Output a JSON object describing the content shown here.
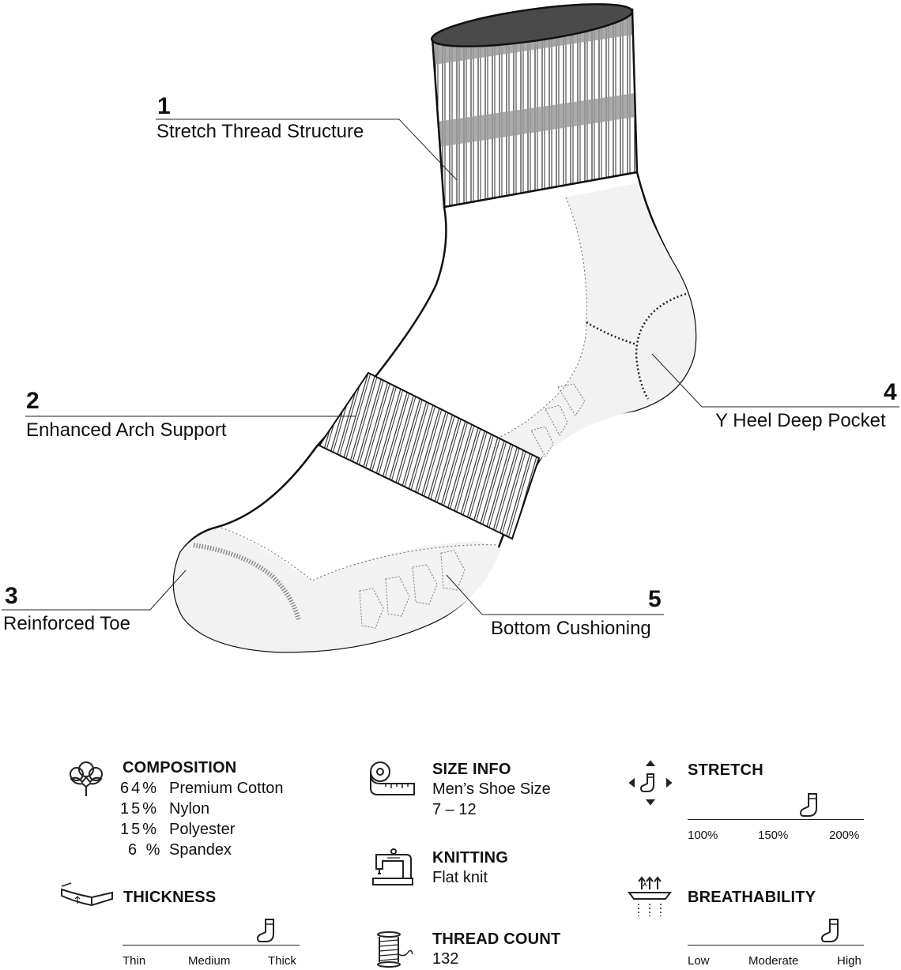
{
  "callouts": [
    {
      "number": "1",
      "label": "Stretch Thread Structure"
    },
    {
      "number": "2",
      "label": "Enhanced Arch Support"
    },
    {
      "number": "3",
      "label": "Reinforced Toe"
    },
    {
      "number": "4",
      "label": "Y Heel Deep Pocket"
    },
    {
      "number": "5",
      "label": "Bottom Cushioning"
    }
  ],
  "composition": {
    "title": "COMPOSITION",
    "icon": "cotton-plant-icon",
    "items": [
      {
        "percent": "64%",
        "material": "Premium Cotton"
      },
      {
        "percent": "15%",
        "material": "Nylon"
      },
      {
        "percent": "15%",
        "material": "Polyester"
      },
      {
        "percent": "6 %",
        "material": "Spandex"
      }
    ]
  },
  "thickness": {
    "title": "THICKNESS",
    "icon": "fabric-layer-icon",
    "labels": [
      "Thin",
      "Medium",
      "Thick"
    ],
    "level": 0.82
  },
  "size_info": {
    "title": "SIZE INFO",
    "icon": "measuring-tape-icon",
    "line1": "Men’s Shoe Size",
    "line2": "7 – 12"
  },
  "knitting": {
    "title": "KNITTING",
    "icon": "sewing-machine-icon",
    "value": "Flat knit"
  },
  "thread_count": {
    "title": "THREAD COUNT",
    "icon": "thread-spool-icon",
    "value": "132"
  },
  "stretch": {
    "title": "STRETCH",
    "icon": "stretch-sock-icon",
    "labels": [
      "100%",
      "150%",
      "200%"
    ],
    "level": 0.7
  },
  "breathability": {
    "title": "BREATHABILITY",
    "icon": "airflow-icon",
    "labels": [
      "Low",
      "Moderate",
      "High"
    ],
    "level": 0.82
  }
}
